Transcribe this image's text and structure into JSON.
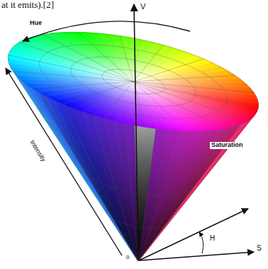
{
  "diagram": {
    "labels": [
      "at it emits).[2]",
      "V",
      "Hue",
      "Intensity",
      "Saturation",
      "H",
      "S",
      "0"
    ]
  }
}
